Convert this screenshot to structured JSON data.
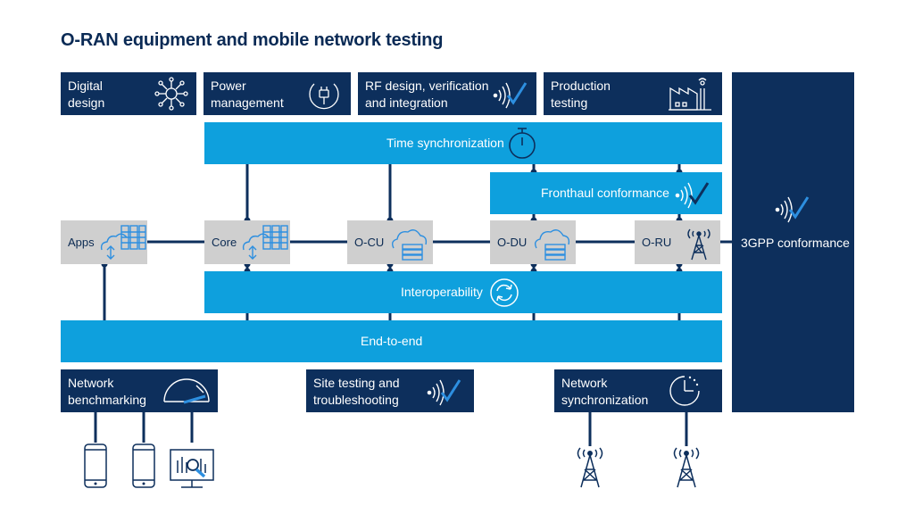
{
  "title": "O-RAN equipment and mobile network testing",
  "top_boxes": {
    "digital_design": "Digital design",
    "power_management": "Power management",
    "rf_design": "RF design, verification and integration",
    "production_testing": "Production testing"
  },
  "bars": {
    "time_sync": "Time synchronization",
    "fronthaul": "Fronthaul conformance",
    "interoperability": "Interoperability",
    "end_to_end": "End-to-end"
  },
  "nodes": {
    "apps": "Apps",
    "core": "Core",
    "ocu": "O-CU",
    "odu": "O-DU",
    "oru": "O-RU"
  },
  "side": {
    "gpp": "3GPP conformance"
  },
  "bottom_boxes": {
    "benchmarking": "Network benchmarking",
    "site_testing": "Site testing and troubleshooting",
    "network_sync": "Network synchronization"
  },
  "colors": {
    "navy": "#0d2f5c",
    "blue": "#0ea0dd",
    "gray": "#cfcfcf",
    "accent": "#2d8fe0",
    "line": "#0d2f5c"
  }
}
